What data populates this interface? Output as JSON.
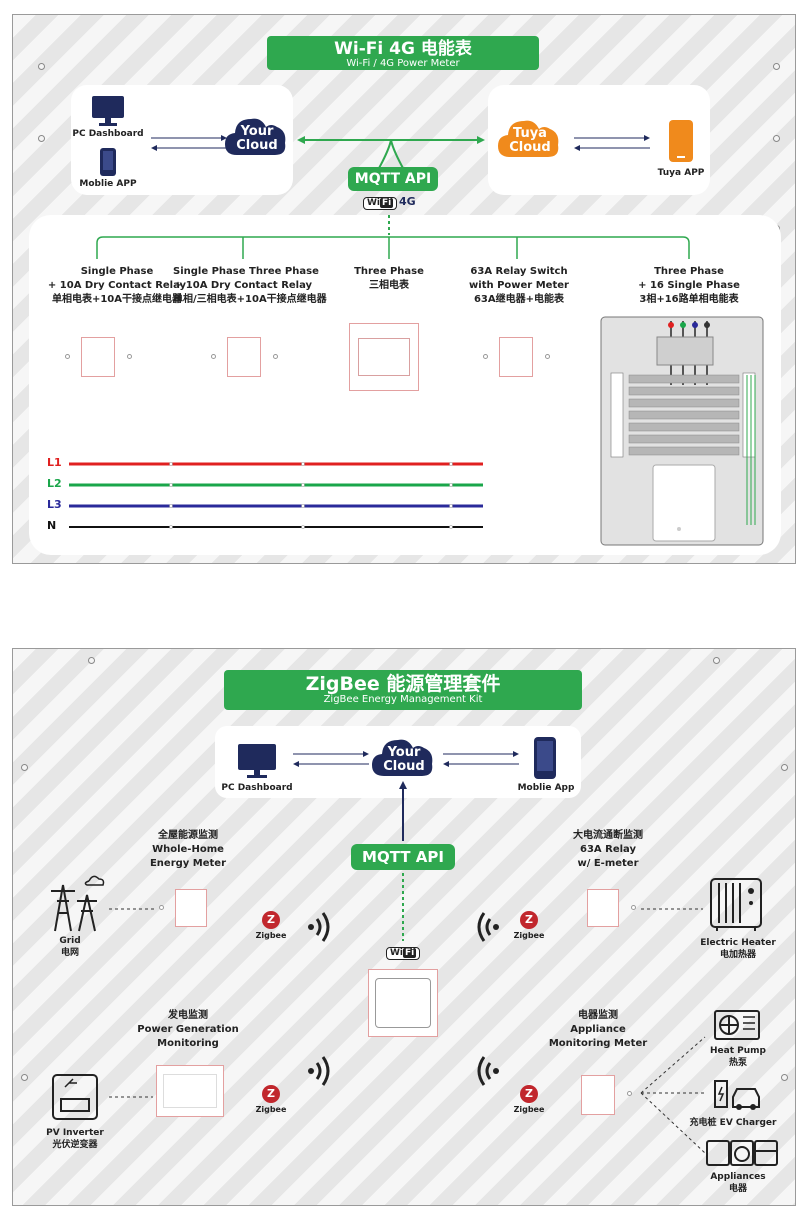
{
  "panel1": {
    "title_main": "Wi-Fi 4G 电能表",
    "title_sub": "Wi-Fi / 4G Power Meter",
    "pc_dashboard": "PC Dashboard",
    "mobile_app": "Moblie APP",
    "your_cloud_1": "Your",
    "your_cloud_2": "Cloud",
    "tuya_cloud_1": "Tuya",
    "tuya_cloud_2": "Cloud",
    "tuya_app": "Tuya APP",
    "mqtt": "MQTT API",
    "wifi_a": "Wi",
    "wifi_b": "Fi",
    "fourg": "4G",
    "products": [
      {
        "l1": "Single Phase",
        "l2": "+ 10A Dry Contact Relay",
        "l3": "单相电表+10A干接点继电器"
      },
      {
        "l1": "Single Phase Three Phase",
        "l2": "+ 10A Dry Contact Relay",
        "l3": "单相/三相电表+10A干接点继电器"
      },
      {
        "l1": "Three Phase",
        "l2": "三相电表",
        "l3": ""
      },
      {
        "l1": "63A Relay Switch",
        "l2": "with Power Meter",
        "l3": "63A继电器+电能表"
      },
      {
        "l1": "Three Phase",
        "l2": "+ 16 Single Phase",
        "l3": "3相+16路单相电能表"
      }
    ],
    "wires": [
      {
        "label": "L1",
        "color": "#e02020"
      },
      {
        "label": "L2",
        "color": "#1aa64a"
      },
      {
        "label": "L3",
        "color": "#2a2a9a"
      },
      {
        "label": "N",
        "color": "#111111"
      }
    ]
  },
  "panel2": {
    "title_main": "ZigBee 能源管理套件",
    "title_sub": "ZigBee Energy Management Kit",
    "pc_dashboard": "PC Dashboard",
    "mobile_app": "Moblie App",
    "your_cloud_1": "Your",
    "your_cloud_2": "Cloud",
    "mqtt": "MQTT API",
    "wifi_a": "Wi",
    "wifi_b": "Fi",
    "whole_home_cn": "全屋能源监测",
    "whole_home_en1": "Whole-Home",
    "whole_home_en2": "Energy Meter",
    "relay_cn": "大电流通断监测",
    "relay_en1": "63A Relay",
    "relay_en2": "w/ E-meter",
    "power_gen_cn": "发电监测",
    "power_gen_en1": "Power Generation",
    "power_gen_en2": "Monitoring",
    "appliance_cn": "电器监测",
    "appliance_en1": "Appliance",
    "appliance_en2": "Monitoring Meter",
    "grid_en": "Grid",
    "grid_cn": "电网",
    "heater_en": "Electric Heater",
    "heater_cn": "电加热器",
    "pv_en": "PV Inverter",
    "pv_cn": "光伏逆变器",
    "heatpump_en": "Heat Pump",
    "heatpump_cn": "热泵",
    "ev": "充电桩 EV Charger",
    "appliances_en": "Appliances",
    "appliances_cn": "电器",
    "zigbee": "Zigbee",
    "zigbee_letter": "Z"
  },
  "colors": {
    "green": "#2fa84f",
    "navy": "#1f2a5c",
    "orange": "#f08a1c",
    "red": "#c1272d"
  }
}
